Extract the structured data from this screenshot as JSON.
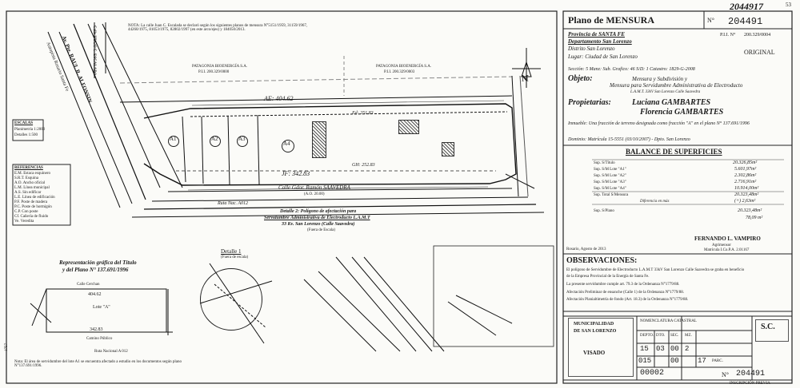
{
  "header_number": "2044917",
  "page_mark": "53",
  "title": {
    "plan_label": "Plano de MENSURA",
    "number_label": "N°",
    "number_value": "204491",
    "pii_label": "P.I.I. N°",
    "pii_value": "200.329/0004",
    "original_label": "ORIGINAL",
    "province": "Provincia de SANTA FE",
    "department": "Departamento San Lorenzo",
    "district": "Distrito San Lorenzo",
    "place": "Lugar: Ciudad de San Lorenzo",
    "cadastre": "Sección: 5   Manz: Sub.   Grafico: 46   S/D: 1   Catastro: 1829-G-2008",
    "objeto_label": "Objeto:",
    "objeto_line1": "Mensura y Subdivisión y",
    "objeto_line2": "Mensura para Servidumbre Administrativa de Electroducto",
    "objeto_line3": "L.A.M.T. 33kV San Lorenzo Calle Saavedra",
    "propietarios_label": "Propietarias:",
    "owner1": "Luciana GAMBARTES",
    "owner2": "Florencia GAMBARTES",
    "inmueble": "Inmueble: Una fracción de terreno designada como fracción \"A\" en el plano N° 137.691/1996",
    "dominio": "Dominio: Matrícula 15-5551 (03/10/2007) - Dpto. San Lorenzo"
  },
  "balance": {
    "heading": "BALANCE DE SUPERFICIES",
    "rows": [
      {
        "label": "Sup. S/Título",
        "value": "20.326,85m²"
      },
      {
        "label": "Sup. S/M Lote \"A1\"",
        "value": "5.601,97m²"
      },
      {
        "label": "Sup. S/M Lote \"A2\"",
        "value": "2.302,86m²"
      },
      {
        "label": "Sup. S/M Lote \"A3\"",
        "value": "2.716,91m²"
      },
      {
        "label": "Sup. S/M Lote \"A4\"",
        "value": "10.914,00m²"
      },
      {
        "label": "Sup. Total S/Mensura",
        "value": "20.323,48m²"
      },
      {
        "label": "Diferencia en más",
        "value": "(+) 2,63m²"
      }
    ],
    "serv_label": "Sup. S/Plano",
    "serv_value": "20.323,48m²",
    "serv2_value": "78,09 m²"
  },
  "signature": {
    "place_date": "Rosario, Agosto de 2013",
    "name": "FERNANDO L. VAMPIRO",
    "title": "Agrimensor",
    "reg": "Matrícula I.Co.P.A. 2.01167"
  },
  "observaciones": {
    "heading": "OBSERVACIONES:",
    "line1": "El polígono de Servidumbre de Electroducto L.A.M.T 33kV San Lorenzo Calle Saavedra se graba en beneficio",
    "line2": "de la Empresa Provincial de la Energía de Santa Fe.",
    "line3": "La presente servidumbre cumple art. 79.3 de la Ordenanza N°1779/88.",
    "line4": "Afectación Preliminar de ensanche (Calle 1) de la Ordenanza N°1779/88.",
    "line5": "Afectación Planialtimetría de fondo (Art. 18.3) de la Ordenanza N°1779/88."
  },
  "stamps": {
    "muni1": "MUNICIPALIDAD",
    "muni2": "DE SAN LORENZO",
    "muni3": "VISADO",
    "catastral_heading": "NOMENCLATURA CATASTRAL",
    "cat_cols": [
      "DEPTO.",
      "DTO.",
      "SEC.",
      "MZ."
    ],
    "cat_vals": [
      "15",
      "03",
      "00",
      "2"
    ],
    "cat_row2": [
      "015",
      "00",
      "17"
    ],
    "parcel_label": "PARC.",
    "parcel_value": "00002",
    "sc_label": "S.C.",
    "plano_label": "N°",
    "plano_value": "204491",
    "inscripcion": "INSCRIPCIÓN PREVIA"
  },
  "drawing": {
    "note": "NOTA: La calle Juan C. Escalada se declaró según los siguientes planos de mensura N°5151/1959, 31159/1967, 44260/1975, 81053/1975, 82802/1997 (en este arco/ejes)  y 184050/2013.",
    "calle_hugo": "Calle HUGO C. ESCALADA",
    "av_raul": "Av. Pte. RAUL R. ALFONSIN",
    "autopista": "Autopista Rosario Santa Fe",
    "patagonia_left": "PATAGONIA BIOENERGÍA S.A.",
    "patagonia_left_sub": "P.I.I. 200.329/0000",
    "patagonia_right": "PATAGONIA BIOENERGÍA S.A.",
    "patagonia_right_sub": "P.I.I. 200.329/0003",
    "ae_label": "AE: 404.62",
    "ed_label": "Ed: 251.83",
    "jf_label": "JF: 342.83",
    "gh_label": "GH: 252.83",
    "calle_saavedra": "Calle Gdor. Ramón SAAVEDRA",
    "calle_saavedra_sub": "(A.O. 20.00)",
    "ruta": "Ruta Nac. A012",
    "detalle2_title": "Detalle 2: Polígono de afectación para",
    "detalle2_line2": "Servidumbre Administrativa de Electroducto L.A.M.T",
    "detalle2_line3": "33 Kv. San Lorenzo (Calle Saavedra)",
    "detalle2_sub": "(Fuera de Escala)",
    "detalle1_title": "Detalle 1",
    "detalle1_sub": "(Fuera de escala)",
    "lot_a1": "A1",
    "lot_a2": "A2",
    "lot_a3": "A3",
    "lot_a4": "A4",
    "escala_title": "ESCALAS",
    "escala_1": "Planimetría 1:2000",
    "escala_2": "Detalles 1:500",
    "ref_title": "REFERENCIAS",
    "refs": [
      "E.M. Estaca esquinero",
      "S.R.T. Esquina",
      "A.O. Ancho oficial",
      "L.M. Línea municipal",
      "A.S. Sin edificar",
      "L.E. Línea de edificación",
      "P.F. Poste de madera",
      "P.C. Poste de hormigón",
      "C.P. Con poste",
      "Cf. Cañería de fluido",
      "Ve. Veredita"
    ],
    "rep_title1": "Representación gráfica del Título",
    "rep_title2": "y del Plano N° 137.691/1996",
    "rep_lote": "Lote \"A\"",
    "rep_calle": "Calle Cerchan",
    "rep_camino": "Camino Público",
    "rep_404": "404.62",
    "rep_342": "342.83",
    "rep_ruta": "Ruta Nacional A 012",
    "bottom_note": "Nota: El área de servidumbre del lote A1 se encuentra afectado a estudio en los documentos según plano N°137.691/1996.",
    "compass_n": "N",
    "side_number": "1757"
  }
}
